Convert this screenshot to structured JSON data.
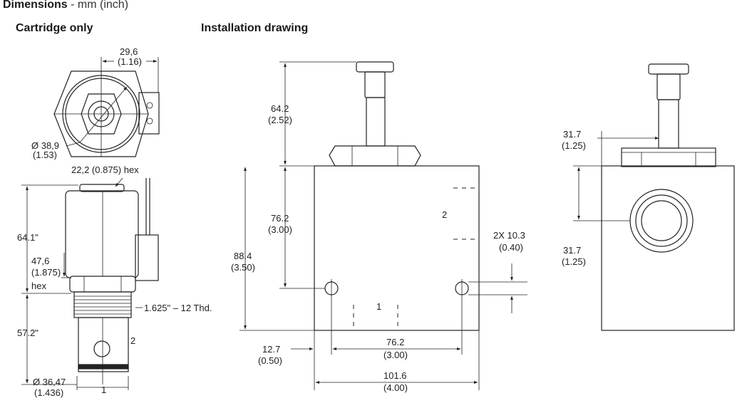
{
  "header": {
    "title": "Dimensions",
    "units": "- mm (inch)",
    "cartridge_heading": "Cartridge only",
    "installation_heading": "Installation drawing"
  },
  "cartridge": {
    "width_top": "29,6",
    "width_top_in": "(1.16)",
    "dia_top": "Ø 38,9",
    "dia_top_in": "(1.53)",
    "hex_nut": "22,2 (0.875) hex",
    "length_total": "64.1\"",
    "hex_height": "47,6",
    "hex_height_in": "(1.875)",
    "hex_label": "hex",
    "thread": "1.625\" – 12 Thd.",
    "length_bottom": "57.2\"",
    "port2": "2",
    "dia_bottom": "Ø 36,47",
    "dia_bottom_in": "(1.436)",
    "port1": "1"
  },
  "installation": {
    "stem_height": "64.2",
    "stem_height_in": "(2.52)",
    "port_height": "76.2",
    "port_height_in": "(3.00)",
    "body_height": "88.4",
    "body_height_in": "(3.50)",
    "port2": "2",
    "holes": "2X 10.3",
    "holes_in": "(0.40)",
    "port1": "1",
    "edge_offset": "12.7",
    "edge_offset_in": "(0.50)",
    "hole_spacing": "76.2",
    "hole_spacing_in": "(3.00)",
    "body_width": "101.6",
    "body_width_in": "(4.00)"
  },
  "side_view": {
    "offset_top": "31.7",
    "offset_top_in": "(1.25)",
    "offset_port": "31.7",
    "offset_port_in": "(1.25)"
  }
}
